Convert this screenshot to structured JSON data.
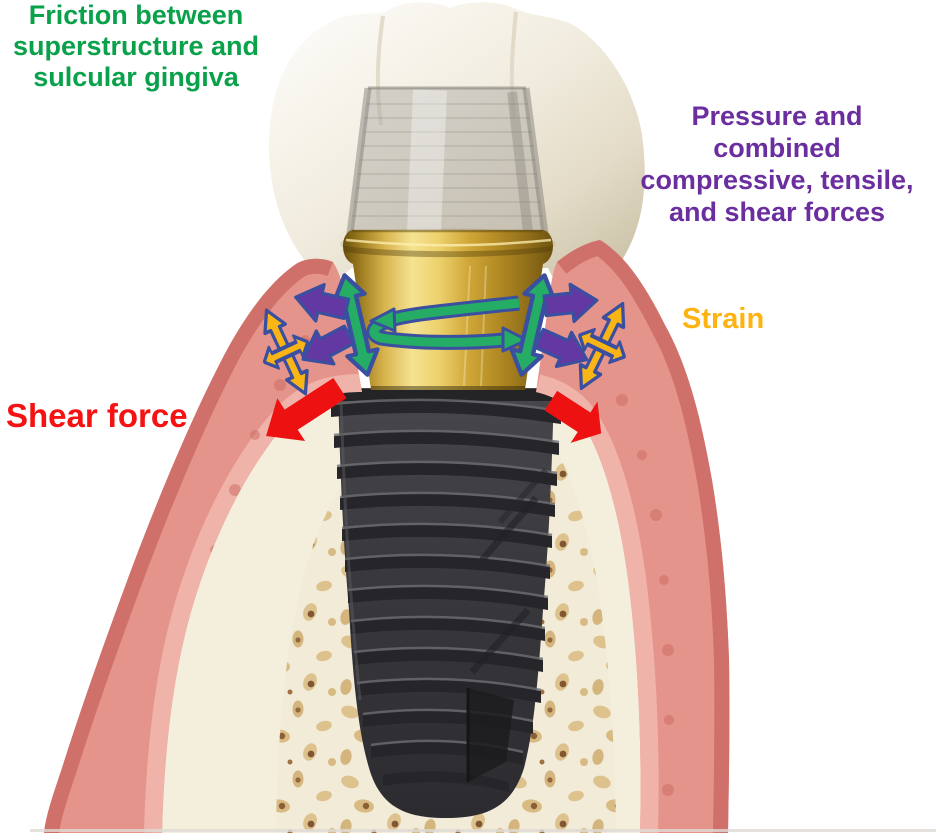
{
  "diagram": {
    "labels": {
      "friction": {
        "lines": [
          "Friction between",
          "superstructure and",
          "sulcular gingiva"
        ],
        "color": "#0aa14b"
      },
      "pressure": {
        "lines": [
          "Pressure and",
          "combined",
          "compressive, tensile,",
          "and shear forces"
        ],
        "color": "#6b2e9e"
      },
      "strain": {
        "lines": [
          "Strain"
        ],
        "color": "#ffb310"
      },
      "shear_force": {
        "lines": [
          "Shear force"
        ],
        "color": "#f51212"
      }
    },
    "arrow_colors": {
      "friction_rotation_green": "#25ad65",
      "pressure_purple": "#6438a2",
      "strain_yellow": "#f9b515",
      "shear_red": "#ee1111",
      "outline_blue": "#3a4fa0"
    },
    "anatomy_colors": {
      "crown_white": "#f1ecdf",
      "abutment_gold": "#c79d33",
      "implant_gray": "#3a3a3e",
      "gingiva_pink": "#e5948b",
      "bone_cream": "#f2ebd8"
    }
  }
}
